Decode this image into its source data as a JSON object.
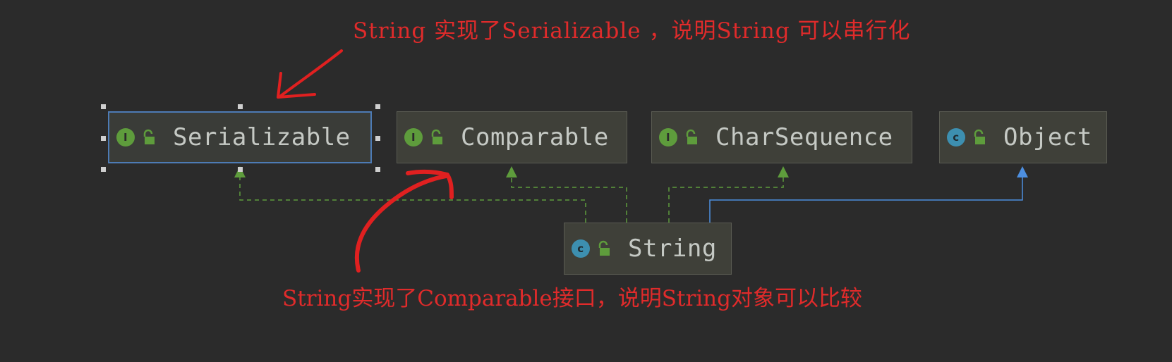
{
  "diagram": {
    "nodes": [
      {
        "id": "serializable",
        "label": "Serializable",
        "kind": "interface",
        "badge": "I",
        "selected": true
      },
      {
        "id": "comparable",
        "label": "Comparable",
        "kind": "interface",
        "badge": "I",
        "selected": false
      },
      {
        "id": "charsequence",
        "label": "CharSequence",
        "kind": "interface",
        "badge": "I",
        "selected": false
      },
      {
        "id": "object",
        "label": "Object",
        "kind": "class",
        "badge": "c",
        "selected": false
      },
      {
        "id": "string",
        "label": "String",
        "kind": "class",
        "badge": "c",
        "selected": false
      }
    ],
    "edges": [
      {
        "from": "string",
        "to": "serializable",
        "type": "implements"
      },
      {
        "from": "string",
        "to": "comparable",
        "type": "implements"
      },
      {
        "from": "string",
        "to": "charsequence",
        "type": "implements"
      },
      {
        "from": "string",
        "to": "object",
        "type": "extends"
      }
    ]
  },
  "annotations": {
    "top": "String 实现了Serializable ，说明String 可以串行化",
    "bottom": "String实现了Comparable接口，说明String对象可以比较"
  },
  "colors": {
    "background": "#2b2b2b",
    "node_fill": "#3f4039",
    "selected_border": "#4d7bb5",
    "implements_edge": "#5e9c3c",
    "extends_edge": "#4d8fe0",
    "annotation": "#e02b2b"
  }
}
